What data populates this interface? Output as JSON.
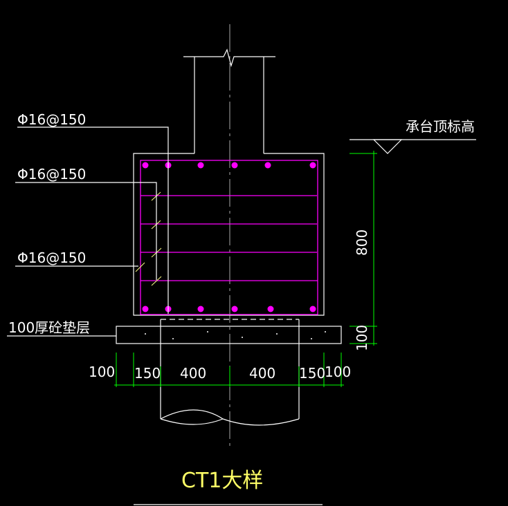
{
  "title": "CT1大样",
  "rebar_labels": [
    "Φ16@150",
    "Φ16@150",
    "Φ16@150"
  ],
  "cushion_label": "100厚砼垫层",
  "elevation_label": "承台顶标高",
  "vertical_dims": {
    "cap_height": "800",
    "cushion": "100"
  },
  "horizontal_dims": [
    "100",
    "150",
    "400",
    "400",
    "150",
    "100"
  ],
  "colors": {
    "rebar": "#ff00ff",
    "dimension": "#00ff00",
    "title": "#ffff66",
    "line": "#ffffff"
  }
}
